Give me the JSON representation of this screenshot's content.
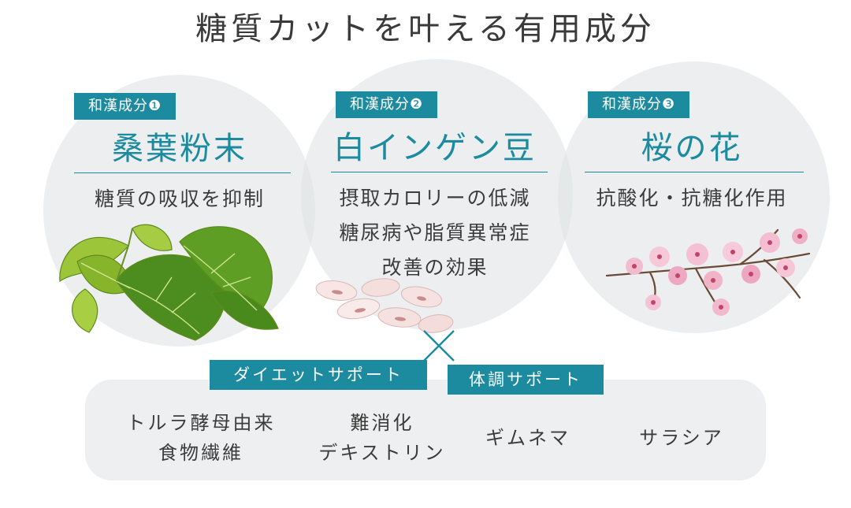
{
  "title": "糖質カットを叶える有用成分",
  "ingredients": [
    {
      "badge": "和漢成分❶",
      "name": "桑葉粉末",
      "desc": [
        "糖質の吸収を抑制"
      ],
      "image": "mulberry-leaves"
    },
    {
      "badge": "和漢成分❷",
      "name": "白インゲン豆",
      "desc": [
        "摂取カロリーの低減",
        "糖尿病や脂質異常症",
        "改善の効果"
      ],
      "image": "white-kidney-beans"
    },
    {
      "badge": "和漢成分❸",
      "name": "桜の花",
      "desc": [
        "抗酸化・抗糖化作用"
      ],
      "image": "cherry-blossom-branch"
    }
  ],
  "combine_symbol": "cross-icon",
  "support": {
    "diet_tag": "ダイエットサポート",
    "body_tag": "体調サポート",
    "items": [
      [
        "トルラ酵母由来",
        "食物繊維"
      ],
      [
        "難消化",
        "デキストリン"
      ],
      [
        "ギムネマ"
      ],
      [
        "サラシア"
      ]
    ]
  },
  "colors": {
    "accent": "#1c8ba0",
    "circle": "#e0e3e5",
    "panel": "#eeeff0",
    "text": "#3c3c3c"
  }
}
